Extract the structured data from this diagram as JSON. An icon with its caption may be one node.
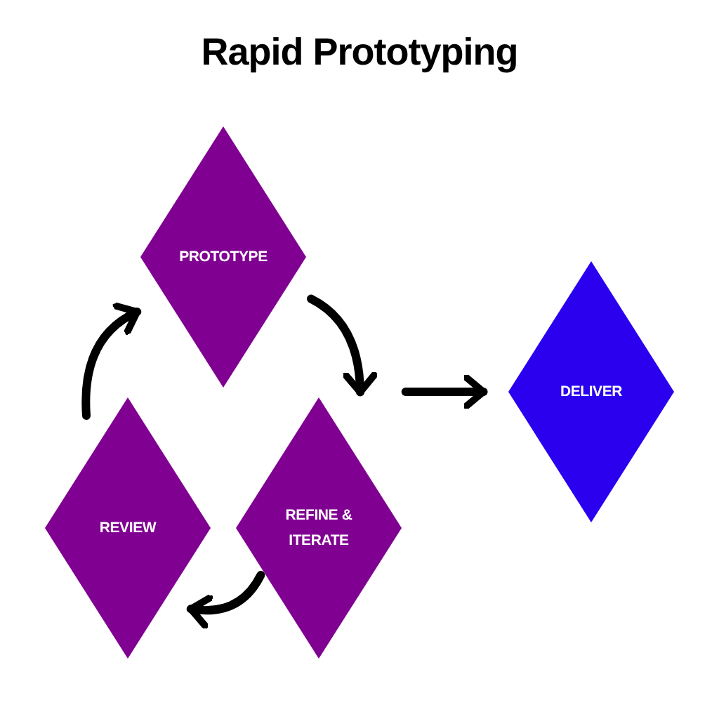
{
  "diagram": {
    "title": "Rapid Prototyping",
    "nodes": [
      {
        "text": [
          "PROTOTYPE"
        ]
      },
      {
        "text": [
          "REFINE & ITERATE"
        ]
      },
      {
        "text": [
          "REVIEW"
        ]
      },
      {
        "text": [
          "DELIVER"
        ]
      }
    ],
    "edges": [
      {
        "from": 0,
        "to": 1,
        "arrow": "to"
      },
      {
        "from": 1,
        "to": 2,
        "arrow": "to"
      },
      {
        "from": 2,
        "to": 0,
        "arrow": "to"
      },
      {
        "from": null,
        "to": 3,
        "arrow": "to"
      }
    ]
  }
}
